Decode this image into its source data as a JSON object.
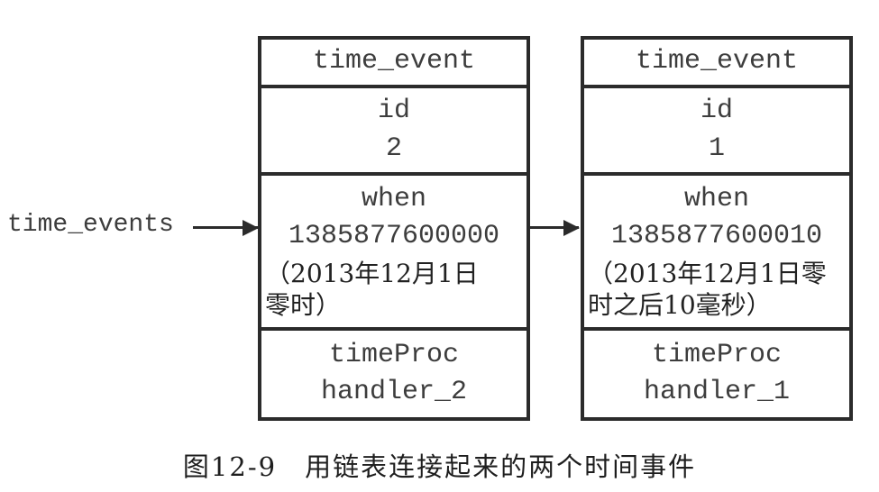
{
  "figure": {
    "caption": "图12-9　用链表连接起来的两个时间事件",
    "pointer_label": "time_events"
  },
  "colors": {
    "line": "#2b2b2b",
    "mono_text": "#3d3d3d",
    "serif_text": "#222222",
    "background": "#ffffff"
  },
  "nodes": [
    {
      "title": "time_event",
      "id_label": "id",
      "id_value": "2",
      "when_label": "when",
      "when_value": "1385877600000",
      "when_note": "（2013年12月1日\n零时）",
      "proc_label": "timeProc",
      "proc_value": "handler_2"
    },
    {
      "title": "time_event",
      "id_label": "id",
      "id_value": "1",
      "when_label": "when",
      "when_value": "1385877600010",
      "when_note": "（2013年12月1日零\n时之后10毫秒）",
      "proc_label": "timeProc",
      "proc_value": "handler_1"
    }
  ]
}
